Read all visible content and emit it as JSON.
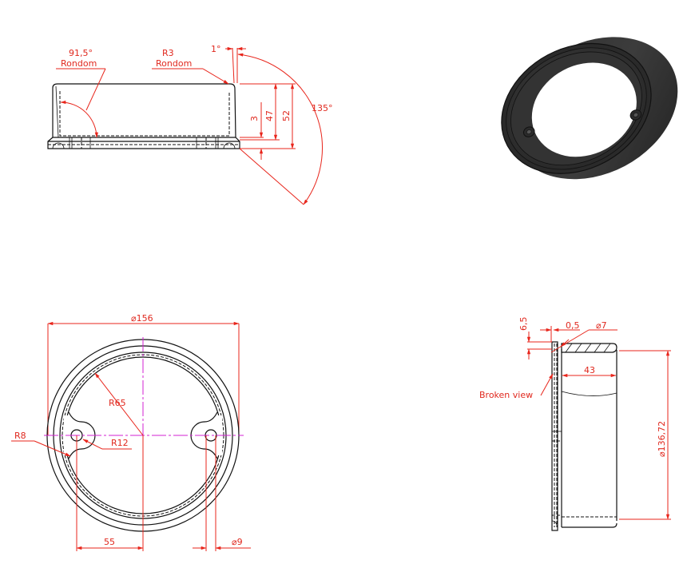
{
  "drawing": {
    "colors": {
      "dimension": "#e8251b",
      "object_line": "#111111",
      "centerline": "#d321d3",
      "render_body": "#3a3a3a",
      "background": "#ffffff"
    },
    "front_view": {
      "angle_label": "91,5°",
      "angle_note": "Rondom",
      "radius_label": "R3",
      "radius_note": "Rondom",
      "draft_label": "1°",
      "chamfer_angle_label": "135°",
      "flange_height_label": "3",
      "inner_height_label": "47",
      "total_height_label": "52"
    },
    "top_view": {
      "outer_diameter_label": "⌀156",
      "inner_radius_label": "R65",
      "boss_radius_label": "R12",
      "fillet_radius_label": "R8",
      "hole_offset_label": "55",
      "hole_diameter_label": "⌀9"
    },
    "section_view": {
      "flange_thickness_label": "6,5",
      "gap_label": "0,5",
      "rim_diameter_label": "⌀7",
      "depth_label": "43",
      "bore_diameter_label": "⌀136,72",
      "broken_view_label": "Broken view"
    },
    "isometric_view": {
      "render": "3d-ring-render"
    }
  }
}
